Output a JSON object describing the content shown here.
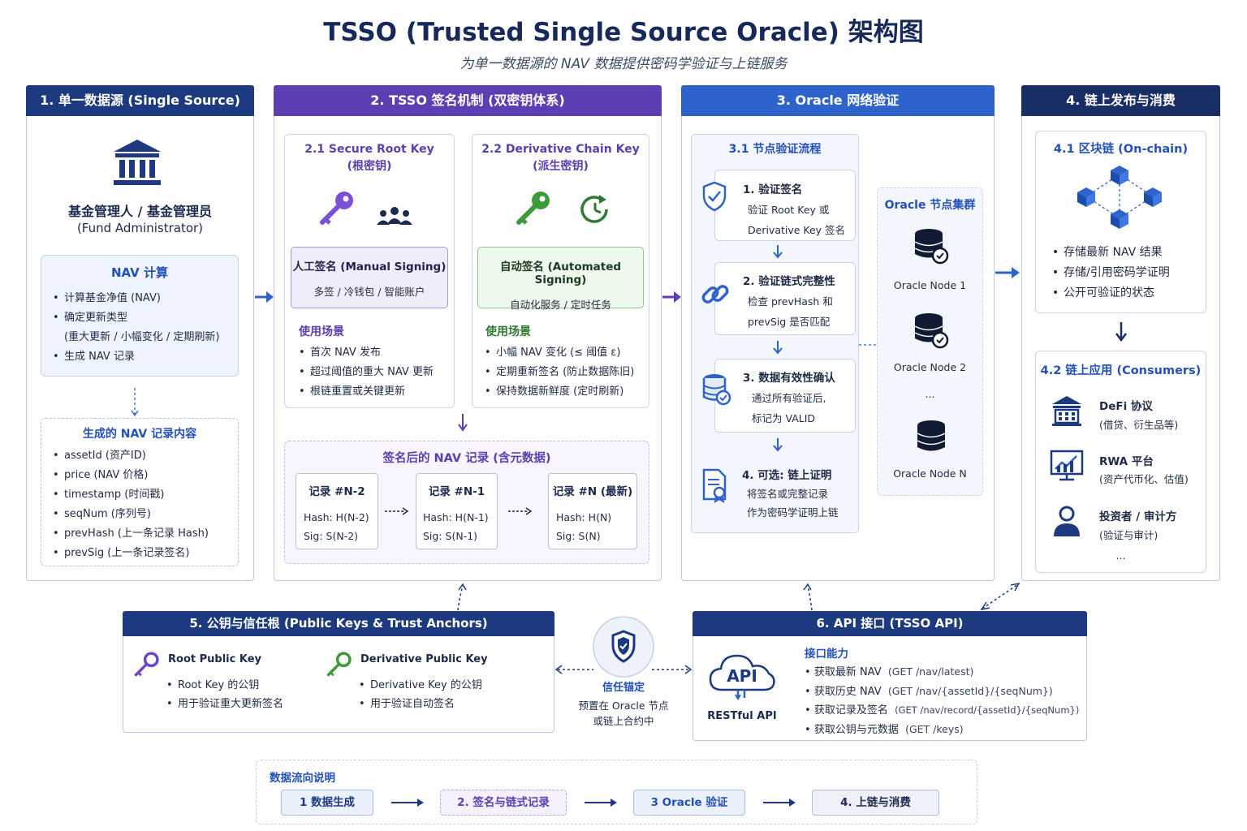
{
  "header": {
    "title": "TSSO (Trusted Single Source Oracle) 架构图",
    "subtitle": "为单一数据源的 NAV 数据提供密码学验证与上链服务"
  },
  "panel1": {
    "title": "1. 单一数据源 (Single Source)",
    "admin_line1": "基金管理人 / 基金管理员",
    "admin_line2": "(Fund Administrator)",
    "nav_calc_title": "NAV 计算",
    "nav_calc_items": [
      "计算基金净值 (NAV)",
      "确定更新类型",
      "(重大更新 / 小幅变化 / 定期刷新)",
      "生成 NAV 记录"
    ],
    "record_title": "生成的 NAV 记录内容",
    "record_items": [
      "assetId (资产ID)",
      "price (NAV 价格)",
      "timestamp (时间戳)",
      "seqNum (序列号)",
      "prevHash (上一条记录 Hash)",
      "prevSig (上一条记录签名)"
    ]
  },
  "panel2": {
    "title": "2. TSSO 签名机制 (双密钥体系)",
    "root_title1": "2.1 Secure Root Key",
    "root_title2": "(根密钥)",
    "root_mode_title": "人工签名 (Manual Signing)",
    "root_mode_desc": "多签 / 冷钱包 / 智能账户",
    "root_usage_title": "使用场景",
    "root_usage": [
      "首次 NAV 发布",
      "超过阈值的重大 NAV 更新",
      "根链重置或关键更新"
    ],
    "deriv_title1": "2.2 Derivative Chain Key",
    "deriv_title2": "(派生密钥)",
    "deriv_mode_title": "自动签名 (Automated Signing)",
    "deriv_mode_desc": "自动化服务 / 定时任务",
    "deriv_usage_title": "使用场景",
    "deriv_usage": [
      "小幅 NAV 变化 (≤ 阈值 ε)",
      "定期重新签名 (防止数据陈旧)",
      "保持数据新鲜度 (定时刷新)"
    ],
    "signed_title": "签名后的 NAV 记录 (含元数据)",
    "records": [
      {
        "title": "记录 #N-2",
        "hash": "Hash: H(N-2)",
        "sig": "Sig: S(N-2)"
      },
      {
        "title": "记录 #N-1",
        "hash": "Hash: H(N-1)",
        "sig": "Sig: S(N-1)"
      },
      {
        "title": "记录 #N (最新)",
        "hash": "Hash: H(N)",
        "sig": "Sig: S(N)"
      }
    ]
  },
  "panel3": {
    "title": "3. Oracle 网络验证",
    "flow_title": "3.1 节点验证流程",
    "steps": [
      {
        "title": "1. 验证签名",
        "l1": "验证 Root Key 或",
        "l2": "Derivative Key 签名"
      },
      {
        "title": "2. 验证链式完整性",
        "l1": "检查 prevHash 和",
        "l2": "prevSig 是否匹配"
      },
      {
        "title": "3. 数据有效性确认",
        "l1": "通过所有验证后,",
        "l2": "标记为 VALID"
      },
      {
        "title": "4. 可选: 链上证明",
        "l1": "将签名或完整记录",
        "l2": "作为密码学证明上链"
      }
    ],
    "cluster_title": "Oracle 节点集群",
    "nodes": [
      "Oracle Node 1",
      "Oracle Node 2",
      "...",
      "Oracle Node N"
    ]
  },
  "panel4": {
    "title": "4. 链上发布与消费",
    "onchain_title": "4.1 区块链 (On-chain)",
    "onchain_items": [
      "存储最新 NAV 结果",
      "存储/引用密码学证明",
      "公开可验证的状态"
    ],
    "consumers_title": "4.2 链上应用 (Consumers)",
    "consumers": [
      {
        "name": "DeFi 协议",
        "desc": "(借贷、衍生品等)"
      },
      {
        "name": "RWA 平台",
        "desc": "(资产代币化、估值)"
      },
      {
        "name": "投资者 / 审计方",
        "desc": "(验证与审计)"
      }
    ],
    "more": "..."
  },
  "panel5": {
    "title": "5. 公钥与信任根 (Public Keys & Trust Anchors)",
    "root_pub": "Root Public Key",
    "root_pub_items": [
      "Root Key 的公钥",
      "用于验证重大更新签名"
    ],
    "deriv_pub": "Derivative Public Key",
    "deriv_pub_items": [
      "Derivative Key 的公钥",
      "用于验证自动签名"
    ]
  },
  "trust_anchor": {
    "title": "信任锚定",
    "l1": "预置在 Oracle 节点",
    "l2": "或链上合约中"
  },
  "panel6": {
    "title": "6. API 接口 (TSSO API)",
    "api_label": "API",
    "restful": "RESTful API",
    "cap_title": "接口能力",
    "caps": [
      {
        "name": "获取最新 NAV",
        "ep": "(GET /nav/latest)"
      },
      {
        "name": "获取历史 NAV",
        "ep": "(GET /nav/{assetId}/{seqNum})"
      },
      {
        "name": "获取记录及签名",
        "ep": "(GET /nav/record/{assetId}/{seqNum})"
      },
      {
        "name": "获取公钥与元数据",
        "ep": "(GET /keys)"
      }
    ]
  },
  "flow": {
    "title": "数据流向说明",
    "steps": [
      "1 数据生成",
      "2. 签名与链式记录",
      "3 Oracle 验证",
      "4. 上链与消费"
    ]
  },
  "colors": {
    "navy": "#1d3a80",
    "purple": "#5e3eb5",
    "blue": "#2e63cc",
    "green": "#2e7a30"
  }
}
